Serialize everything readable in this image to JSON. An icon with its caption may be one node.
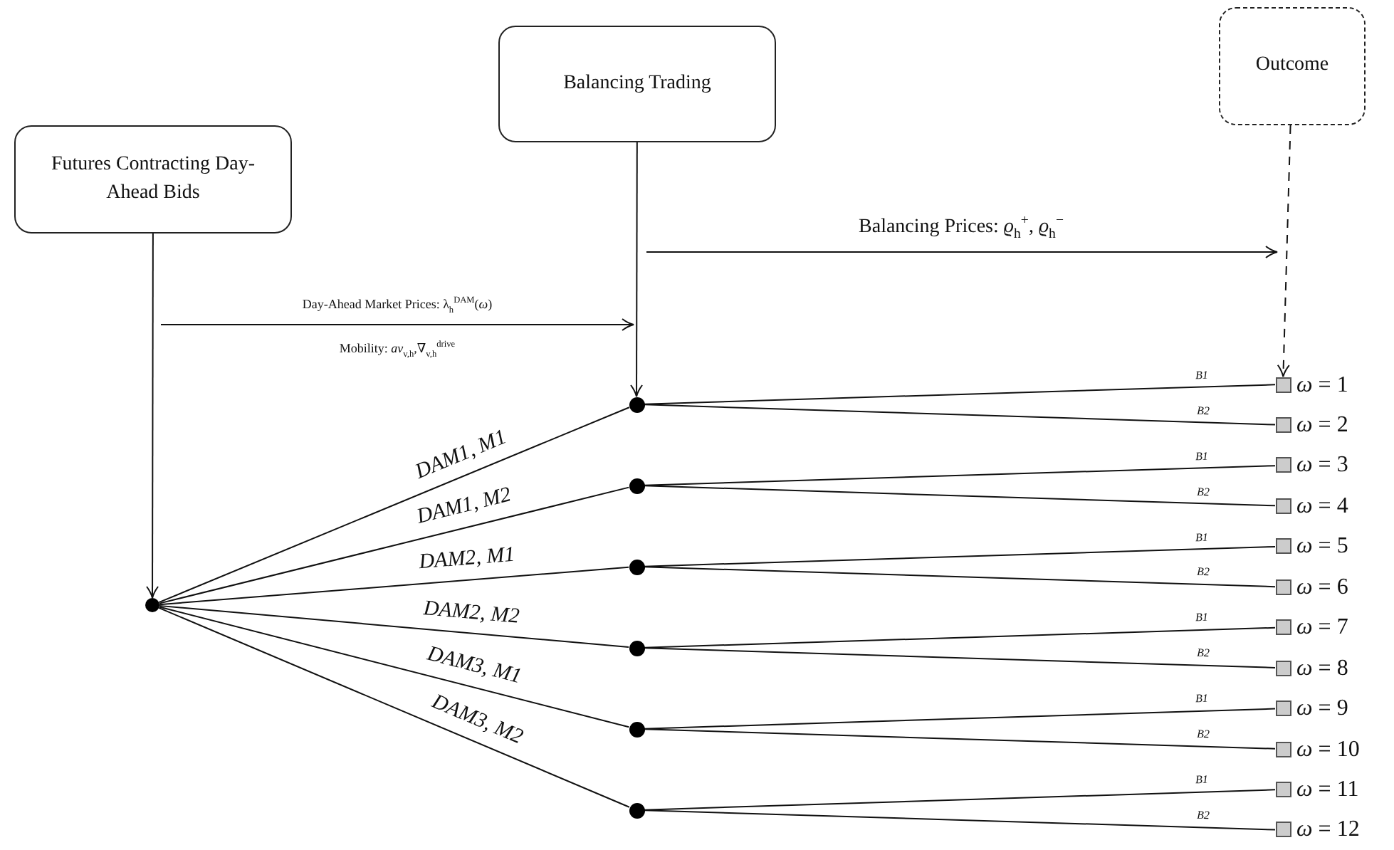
{
  "diagram": {
    "nodes": [
      {
        "text": [
          "Futures Contracting Day-Ahead Bids"
        ]
      },
      {
        "text": [
          "Balancing Trading"
        ]
      },
      {
        "text": [
          "Outcome"
        ]
      },
      {
        "text": [],
        "shape": "circle"
      },
      {
        "text": [],
        "shape": "circle"
      },
      {
        "text": [],
        "shape": "circle"
      },
      {
        "text": [],
        "shape": "circle"
      },
      {
        "text": [],
        "shape": "circle"
      },
      {
        "text": [],
        "shape": "circle"
      },
      {
        "text": [],
        "shape": "circle"
      },
      {
        "text": [],
        "shape": "box",
        "beside": [
          "*ω* = 1"
        ]
      },
      {
        "text": [],
        "shape": "box",
        "beside": [
          "*ω* = 2"
        ]
      },
      {
        "text": [],
        "shape": "box",
        "beside": [
          "*ω* = 3"
        ]
      },
      {
        "text": [],
        "shape": "box",
        "beside": [
          "*ω* = 4"
        ]
      },
      {
        "text": [],
        "shape": "box",
        "beside": [
          "*ω* = 5"
        ]
      },
      {
        "text": [],
        "shape": "box",
        "beside": [
          "*ω* = 6"
        ]
      },
      {
        "text": [],
        "shape": "box",
        "beside": [
          "*ω* = 7"
        ]
      },
      {
        "text": [],
        "shape": "box",
        "beside": [
          "*ω* = 8"
        ]
      },
      {
        "text": [],
        "shape": "box",
        "beside": [
          "*ω* = 9"
        ]
      },
      {
        "text": [],
        "shape": "box",
        "beside": [
          "*ω* = 10"
        ]
      },
      {
        "text": [],
        "shape": "box",
        "beside": [
          "*ω* = 11"
        ]
      },
      {
        "text": [],
        "shape": "box",
        "beside": [
          "*ω* = 12"
        ]
      }
    ],
    "edges": [
      {
        "from": 0,
        "to": 3,
        "arrow": "to"
      },
      {
        "from": 1,
        "to": 4,
        "arrow": "to"
      },
      {
        "from": 2,
        "to": 10,
        "arrow": "to",
        "style": "dashed"
      },
      {
        "from": 3,
        "to": 4,
        "arrow": "none",
        "label": "DAM1, M1"
      },
      {
        "from": 3,
        "to": 5,
        "arrow": "none",
        "label": "DAM1, M2"
      },
      {
        "from": 3,
        "to": 6,
        "arrow": "none",
        "label": "DAM2, M1"
      },
      {
        "from": 3,
        "to": 7,
        "arrow": "none",
        "label": "DAM2, M2"
      },
      {
        "from": 3,
        "to": 8,
        "arrow": "none",
        "label": "DAM3, M1"
      },
      {
        "from": 3,
        "to": 9,
        "arrow": "none",
        "label": "DAM3, M2"
      },
      {
        "from": 4,
        "to": 10,
        "arrow": "none",
        "label": "B1"
      },
      {
        "from": 4,
        "to": 11,
        "arrow": "none",
        "label": "B2"
      },
      {
        "from": 5,
        "to": 12,
        "arrow": "none",
        "label": "B1"
      },
      {
        "from": 5,
        "to": 13,
        "arrow": "none",
        "label": "B2"
      },
      {
        "from": 6,
        "to": 14,
        "arrow": "none",
        "label": "B1"
      },
      {
        "from": 6,
        "to": 15,
        "arrow": "none",
        "label": "B2"
      },
      {
        "from": 7,
        "to": 16,
        "arrow": "none",
        "label": "B1"
      },
      {
        "from": 7,
        "to": 17,
        "arrow": "none",
        "label": "B2"
      },
      {
        "from": 8,
        "to": 18,
        "arrow": "none",
        "label": "B1"
      },
      {
        "from": 8,
        "to": 19,
        "arrow": "none",
        "label": "B2"
      },
      {
        "from": 9,
        "to": 20,
        "arrow": "none",
        "label": "B1"
      },
      {
        "from": 9,
        "to": 21,
        "arrow": "none",
        "label": "B2"
      }
    ],
    "labels": [
      "Balancing Prices: *ϱ*$_{h}$$^{+}$, *ϱ*$_{h}$$^{−}$",
      "Day-Ahead Market Prices: λ$_{h}$$^{DAM}$(*ω*)",
      "Mobility: *av*$_{v,h}$,∇$_{v,h}$$^{drive}$"
    ]
  }
}
